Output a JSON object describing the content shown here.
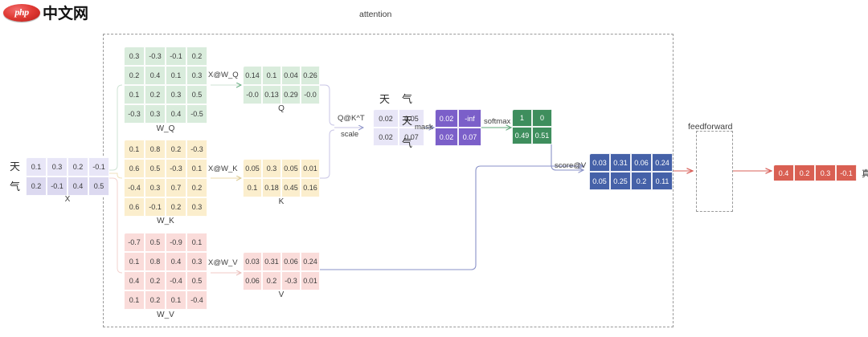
{
  "logo": {
    "badge_text": "php",
    "site_name": "中文网"
  },
  "diagram": {
    "attention_title": "attention",
    "feedforward_title": "feedforward"
  },
  "tokens": {
    "tian": "天",
    "qi": "气",
    "zhen": "真"
  },
  "operations": {
    "x_at_wq": "X@W_Q",
    "x_at_wk": "X@W_K",
    "x_at_wv": "X@W_V",
    "qkt": "Q@K^T",
    "scale": "scale",
    "mask": "mask",
    "softmax": "softmax",
    "score_at_v": "score@V"
  },
  "captions": {
    "x": "X",
    "wq": "W_Q",
    "wk": "W_K",
    "wv": "W_V",
    "q": "Q",
    "k": "K",
    "v": "V"
  },
  "colors": {
    "green": "#d9ecdc",
    "yellow": "#fbeecd",
    "pink": "#fadcda",
    "lavender": "#e8e6f7",
    "purple": "#7b5fc9",
    "dark_green": "#3e8e5d",
    "dark_blue": "#4561a8",
    "red": "#d95f52",
    "wire_blue": "#8a92c8",
    "wire_red": "#d9605a"
  },
  "matrices": {
    "X": {
      "rows": [
        [
          "0.1",
          "0.3",
          "0.2",
          "-0.1"
        ],
        [
          "0.2",
          "-0.1",
          "0.4",
          "0.5"
        ]
      ]
    },
    "W_Q": {
      "rows": [
        [
          "0.3",
          "-0.3",
          "-0.1",
          "0.2"
        ],
        [
          "0.2",
          "0.4",
          "0.1",
          "0.3"
        ],
        [
          "0.1",
          "0.2",
          "0.3",
          "0.5"
        ],
        [
          "-0.3",
          "0.3",
          "0.4",
          "-0.5"
        ]
      ]
    },
    "W_K": {
      "rows": [
        [
          "0.1",
          "0.8",
          "0.2",
          "-0.3"
        ],
        [
          "0.6",
          "0.5",
          "-0.3",
          "0.1"
        ],
        [
          "-0.4",
          "0.3",
          "0.7",
          "0.2"
        ],
        [
          "0.6",
          "-0.1",
          "0.2",
          "0.3"
        ]
      ]
    },
    "W_V": {
      "rows": [
        [
          "-0.7",
          "0.5",
          "-0.9",
          "0.1"
        ],
        [
          "0.1",
          "0.8",
          "0.4",
          "0.3"
        ],
        [
          "0.4",
          "0.2",
          "-0.4",
          "0.5"
        ],
        [
          "0.1",
          "0.2",
          "0.1",
          "-0.4"
        ]
      ]
    },
    "Q": {
      "rows": [
        [
          "0.14",
          "0.1",
          "0.04",
          "0.26"
        ],
        [
          "-0.0",
          "0.13",
          "0.29",
          "-0.0"
        ]
      ]
    },
    "K": {
      "rows": [
        [
          "0.05",
          "0.3",
          "0.05",
          "0.01"
        ],
        [
          "0.1",
          "0.18",
          "0.45",
          "0.16"
        ]
      ]
    },
    "V": {
      "rows": [
        [
          "0.03",
          "0.31",
          "0.06",
          "0.24"
        ],
        [
          "0.06",
          "0.2",
          "-0.3",
          "0.01"
        ]
      ]
    },
    "scores": {
      "rows": [
        [
          "0.02",
          "0.05"
        ],
        [
          "0.02",
          "0.07"
        ]
      ]
    },
    "masked": {
      "rows": [
        [
          "0.02",
          "-inf"
        ],
        [
          "0.02",
          "0.07"
        ]
      ]
    },
    "softmaxed": {
      "rows": [
        [
          "1",
          "0"
        ],
        [
          "0.49",
          "0.51"
        ]
      ]
    },
    "context": {
      "rows": [
        [
          "0.03",
          "0.31",
          "0.06",
          "0.24"
        ],
        [
          "0.05",
          "0.25",
          "0.2",
          "0.11"
        ]
      ]
    },
    "output": {
      "rows": [
        [
          "0.4",
          "0.2",
          "0.3",
          "-0.1"
        ]
      ]
    }
  }
}
